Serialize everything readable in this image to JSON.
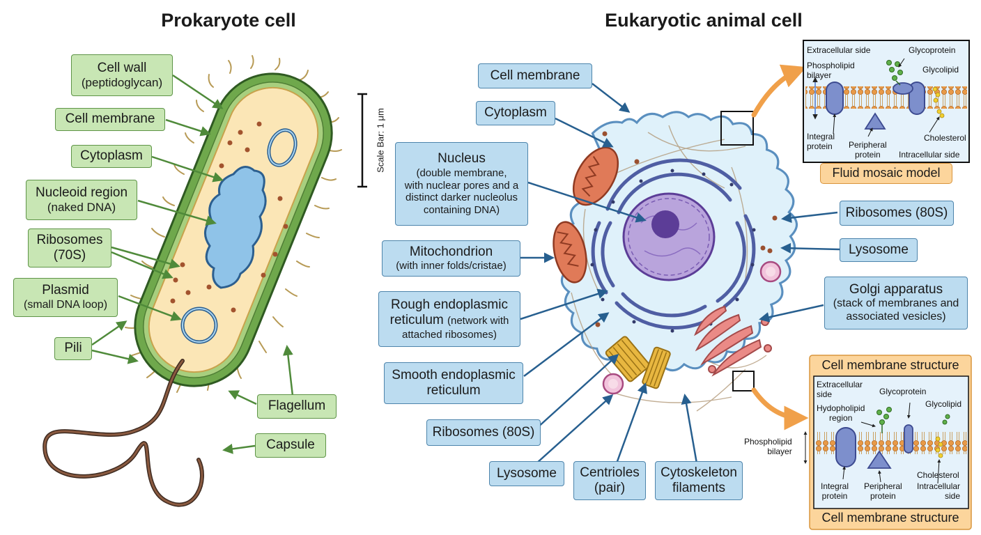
{
  "prokaryote": {
    "title": "Prokaryote cell",
    "scale_bar": "Scale Bar: 1 μm",
    "labels": {
      "cell_wall_l1": "Cell wall",
      "cell_wall_l2": "(peptidoglycan)",
      "cell_membrane": "Cell membrane",
      "cytoplasm": "Cytoplasm",
      "nucleoid_l1": "Nucleoid region",
      "nucleoid_l2": "(naked DNA)",
      "ribosomes_l1": "Ribosomes",
      "ribosomes_l2": "(70S)",
      "plasmid_l1": "Plasmid",
      "plasmid_l2": "(small DNA loop)",
      "pili": "Pili",
      "flagellum": "Flagellum",
      "capsule": "Capsule"
    }
  },
  "eukaryote": {
    "title": "Eukaryotic animal cell",
    "labels": {
      "cell_membrane": "Cell membrane",
      "cytoplasm": "Cytoplasm",
      "nucleus_l1": "Nucleus",
      "nucleus_l2": "(double membrane,",
      "nucleus_l3": "with nuclear pores and a",
      "nucleus_l4": "distinct darker nucleolus",
      "nucleus_l5": "containing DNA)",
      "mito_l1": "Mitochondrion",
      "mito_l2": "(with inner folds/cristae)",
      "rer_l1": "Rough endoplasmic",
      "rer_l2a": "reticulum",
      "rer_l2b": "(network with",
      "rer_l3": "attached ribosomes)",
      "ser_l1": "Smooth endoplasmic",
      "ser_l2": "reticulum",
      "ribosomes_left": "Ribosomes (80S)",
      "lysosome_bottom": "Lysosome",
      "centrioles_l1": "Centrioles",
      "centrioles_l2": "(pair)",
      "cytoskeleton_l1": "Cytoskeleton",
      "cytoskeleton_l2": "filaments",
      "ribosomes_right": "Ribosomes (80S)",
      "lysosome_right": "Lysosome",
      "golgi_l1": "Golgi apparatus",
      "golgi_l2": "(stack of membranes and",
      "golgi_l3": "associated vesicles)"
    }
  },
  "inset_top": {
    "extracellular": "Extracellular side",
    "glycoprotein": "Glycoprotein",
    "phospholipid_l1": "Phospholipid",
    "phospholipid_l2": "bilayer",
    "glycolipid": "Glycolipid",
    "integral_l1": "Integral",
    "integral_l2": "protein",
    "peripheral_l1": "Peripheral",
    "peripheral_l2": "protein",
    "cholesterol": "Cholesterol",
    "intracellular": "Intracellular side",
    "caption": "Fluid mosaic model"
  },
  "inset_bottom": {
    "header": "Cell membrane structure",
    "extracellular_l1": "Extracellular",
    "extracellular_l2": "side",
    "hydro_l1": "Hydopholipid",
    "hydro_l2": "region",
    "glycoprotein": "Glycoprotein",
    "glycolipid": "Glycolipid",
    "phospholipid_l1": "Phospholipid",
    "phospholipid_l2": "bilayer",
    "integral_l1": "Integral",
    "integral_l2": "protein",
    "peripheral_l1": "Peripheral",
    "peripheral_l2": "protein",
    "cholesterol": "Cholesterol",
    "intracellular_l1": "Intracellular",
    "intracellular_l2": "side",
    "caption": "Cell membrane structure"
  },
  "colors": {
    "green_box": "#c8e6b4",
    "blue_box": "#bcdcf0",
    "orange_box": "#fcd59c",
    "cell_wall": "#6fa84c",
    "cytoplasm_pro": "#fbe6b6",
    "cytoplasm_euk": "#dff1fa",
    "nucleus": "#b9a4dc",
    "nucleolus": "#5c3d97",
    "mitochondrion": "#e07a58",
    "golgi": "#ea8a86",
    "centriole": "#e8b740",
    "lysosome": "#f2c4dc"
  }
}
